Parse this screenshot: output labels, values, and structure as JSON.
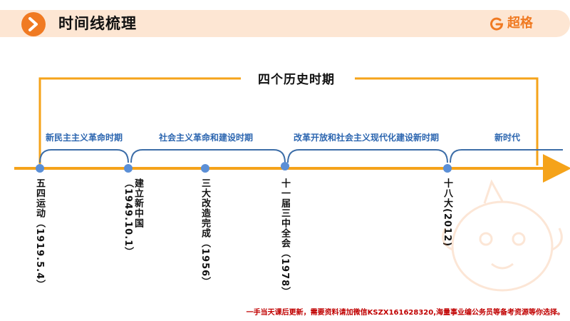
{
  "header": {
    "title": "时间线梳理",
    "brand": "超格",
    "accent": "#f07a22",
    "bar_color": "#fde6d3"
  },
  "timeline": {
    "top_title": "四个历史时期",
    "line_color": "#f5a31a",
    "dot_color": "#5b8fd6",
    "bracket_color": "#3d6ea8",
    "periods": [
      {
        "label": "新民主主义革命时期"
      },
      {
        "label": "社会主义革命和建设时期"
      },
      {
        "label": "改革开放和社会主义现代化建设新时期"
      },
      {
        "label": "新时代"
      }
    ],
    "events": [
      {
        "label": "五四运动（1919.5.4）"
      },
      {
        "label": "建立新中国（1949.10.1）"
      },
      {
        "label": "三大改造完成（1956）"
      },
      {
        "label": "十一届三中全会（1978）"
      },
      {
        "label": "十八大(2012)"
      }
    ]
  },
  "footer": "一手当天课后更新，需要资料请加微信KSZX161628320,海量事业编公务员等备考资源等你选择。"
}
